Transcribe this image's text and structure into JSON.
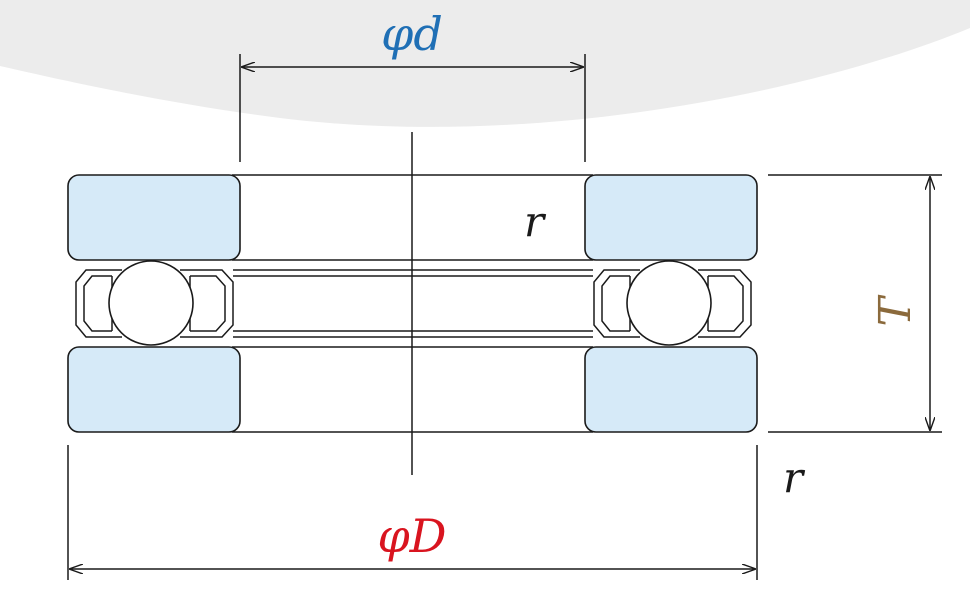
{
  "labels": {
    "bore_diameter": "φd",
    "outer_diameter": "φD",
    "height": "T",
    "radius_top": "r",
    "radius_bottom": "r"
  },
  "colors": {
    "bore_label": "#1f6fb5",
    "outer_label": "#d9141f",
    "height_label": "#8b6a3c",
    "washer_fill": "#d6eaf8",
    "line": "#1a1a1a",
    "backdrop": "#ececec"
  }
}
